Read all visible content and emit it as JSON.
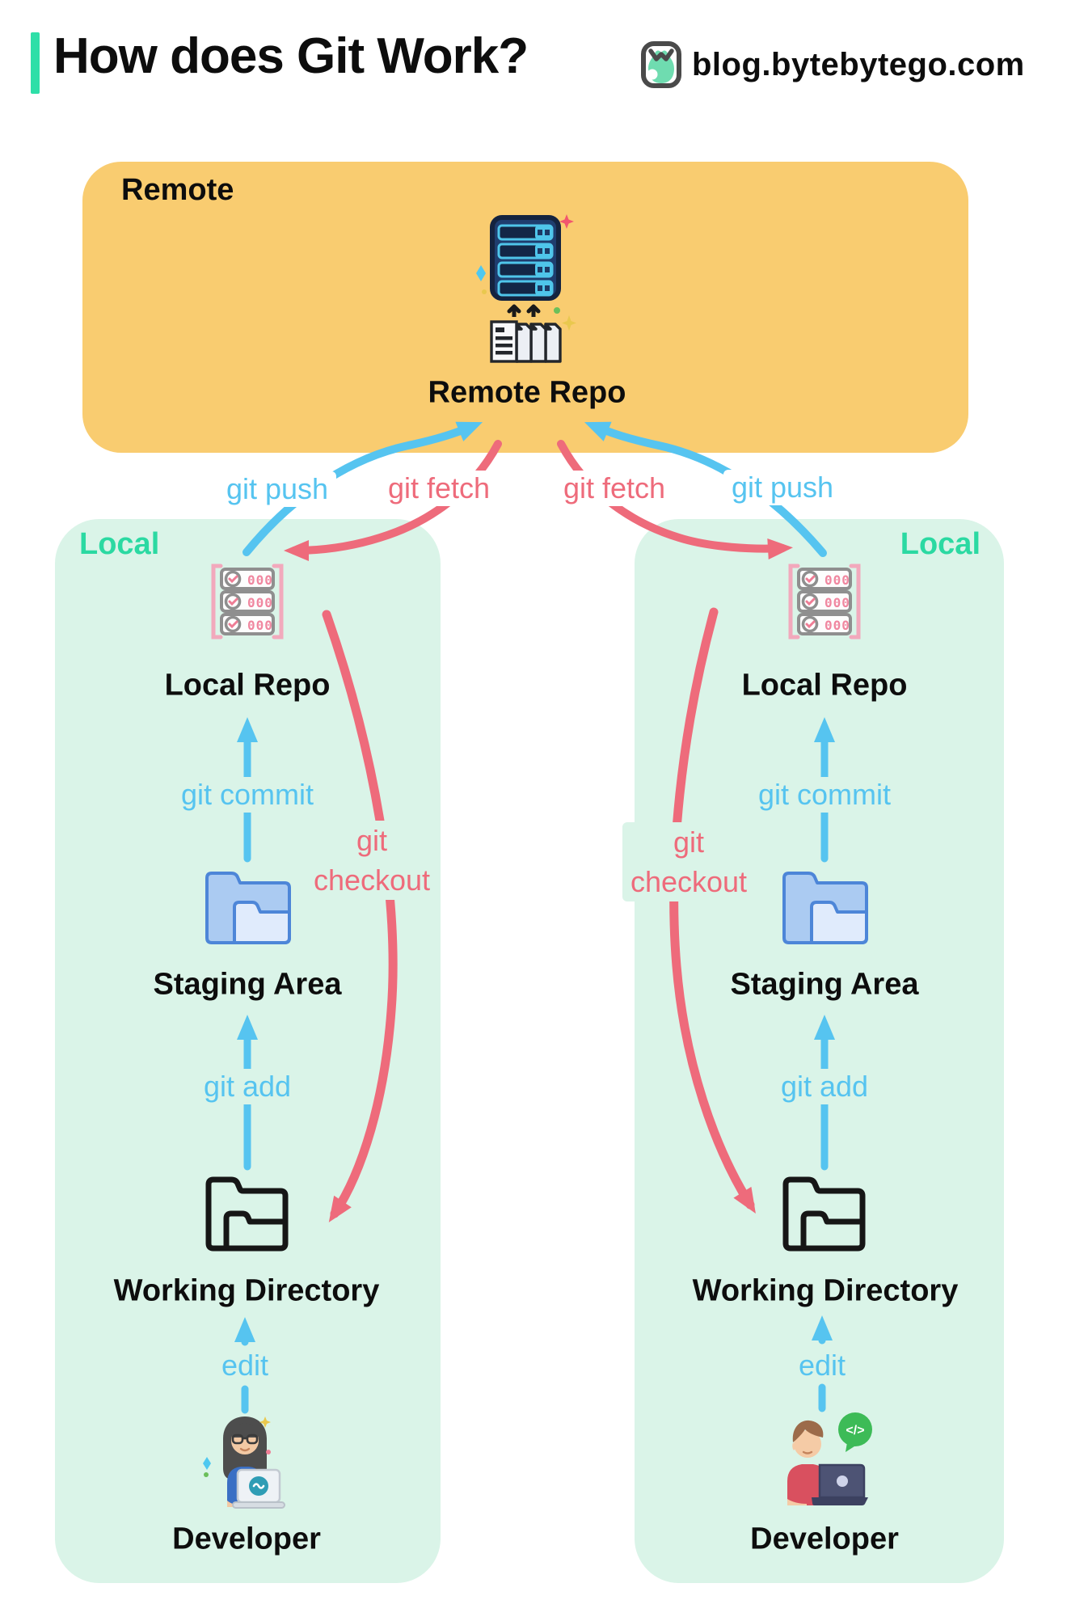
{
  "header": {
    "title": "How does Git Work?",
    "site": "blog.bytebytego.com"
  },
  "remote": {
    "title": "Remote",
    "repo_label": "Remote Repo"
  },
  "flows": {
    "push_left": "git push",
    "fetch_left": "git fetch",
    "fetch_right": "git fetch",
    "push_right": "git push"
  },
  "local_boxes": [
    {
      "title": "Local",
      "repo": "Local Repo",
      "commit": "git commit",
      "staging": "Staging Area",
      "add": "git add",
      "working": "Working Directory",
      "edit": "edit",
      "developer": "Developer",
      "checkout_line1": "git",
      "checkout_line2": "checkout"
    },
    {
      "title": "Local",
      "repo": "Local Repo",
      "commit": "git commit",
      "staging": "Staging Area",
      "add": "git add",
      "working": "Working Directory",
      "edit": "edit",
      "developer": "Developer",
      "checkout_line1": "git",
      "checkout_line2": "checkout"
    }
  ],
  "icons": {
    "local_repo_digits": "000",
    "code_bubble": "</>"
  },
  "colors": {
    "accent_teal": "#2EDFA8",
    "local_label_teal": "#2BD9A2",
    "remote_orange": "#F9CC70",
    "local_mint": "#DAF4E8",
    "arrow_blue": "#56C4F0",
    "arrow_red": "#EE6B7B",
    "text_black": "#0D0D0D"
  }
}
